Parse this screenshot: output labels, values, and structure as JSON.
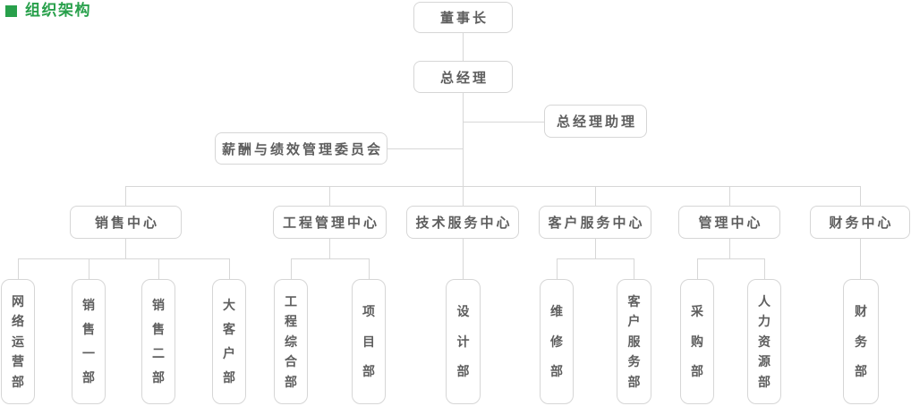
{
  "header": {
    "title": "组织架构"
  },
  "colors": {
    "accent_green": "#28a04b",
    "box_border": "#d6d6d6",
    "connector_line": "#d7d7d7",
    "box_text": "#5e5e5e",
    "background": "#ffffff"
  },
  "org": {
    "chairman": "董事长",
    "general_manager": "总经理",
    "gm_assistant": "总经理助理",
    "committee": "薪酬与绩效管理委员会",
    "centers": [
      {
        "label": "销售中心",
        "departments": [
          "网络运营部",
          "销售一部",
          "销售二部",
          "大客户部"
        ]
      },
      {
        "label": "工程管理中心",
        "departments": [
          "工程综合部",
          "项目部"
        ]
      },
      {
        "label": "技术服务中心",
        "departments": [
          "设计部"
        ]
      },
      {
        "label": "客户服务中心",
        "departments": [
          "维修部",
          "客户服务部"
        ]
      },
      {
        "label": "管理中心",
        "departments": [
          "采购部",
          "人力资源部"
        ]
      },
      {
        "label": "财务中心",
        "departments": [
          "财务部"
        ]
      }
    ]
  }
}
